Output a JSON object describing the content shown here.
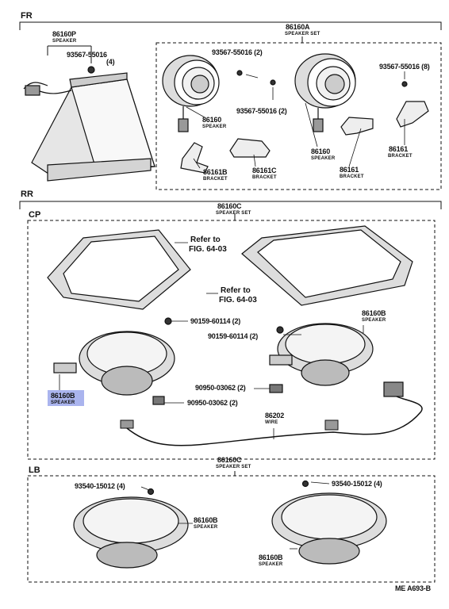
{
  "sections": {
    "fr": "FR",
    "rr": "RR",
    "cp": "CP",
    "lb": "LB"
  },
  "fr": {
    "left_part_no": "86160P",
    "left_part_name": "SPEAKER",
    "left_screw_no": "93567-55016",
    "left_screw_qty": "(4)",
    "set_part_no": "86160A",
    "set_part_name": "SPEAKER SET",
    "screw_a": "93567-55016 (2)",
    "screw_b": "93567-55016 (2)",
    "screw_c": "93567-55016 (8)",
    "speaker_l_no": "86160",
    "speaker_l_name": "SPEAKER",
    "speaker_r_no": "86160",
    "speaker_r_name": "SPEAKER",
    "bracket_b_no": "86161B",
    "bracket_b_name": "BRACKET",
    "bracket_c_no": "86161C",
    "bracket_c_name": "BRACKET",
    "bracket_mid_no": "86161",
    "bracket_mid_name": "BRACKET",
    "bracket_r_no": "86161",
    "bracket_r_name": "BRACKET"
  },
  "rr": {
    "set_part_no": "86160C",
    "set_part_name": "SPEAKER SET",
    "refer_1_line1": "Refer to",
    "refer_1_line2": "FIG. 64-03",
    "refer_2_line1": "Refer to",
    "refer_2_line2": "FIG. 64-03",
    "bolt_a": "90159-60114 (2)",
    "bolt_b": "90159-60114 (2)",
    "speaker_r_no": "86160B",
    "speaker_r_name": "SPEAKER",
    "speaker_l_no": "86160B",
    "speaker_l_name": "SPEAKER",
    "clip_a": "90950-03062 (2)",
    "clip_b": "90950-03062 (2)",
    "wire_no": "86202",
    "wire_name": "WIRE"
  },
  "lb": {
    "set_part_no": "86160C",
    "set_part_name": "SPEAKER SET",
    "screw_l": "93540-15012 (4)",
    "screw_r": "93540-15012 (4)",
    "speaker_r_no": "86160B",
    "speaker_r_name": "SPEAKER",
    "speaker_l_no": "86160B",
    "speaker_l_name": "SPEAKER"
  },
  "footer": "ME  A693-B",
  "highlight_color": "#aab4ee"
}
